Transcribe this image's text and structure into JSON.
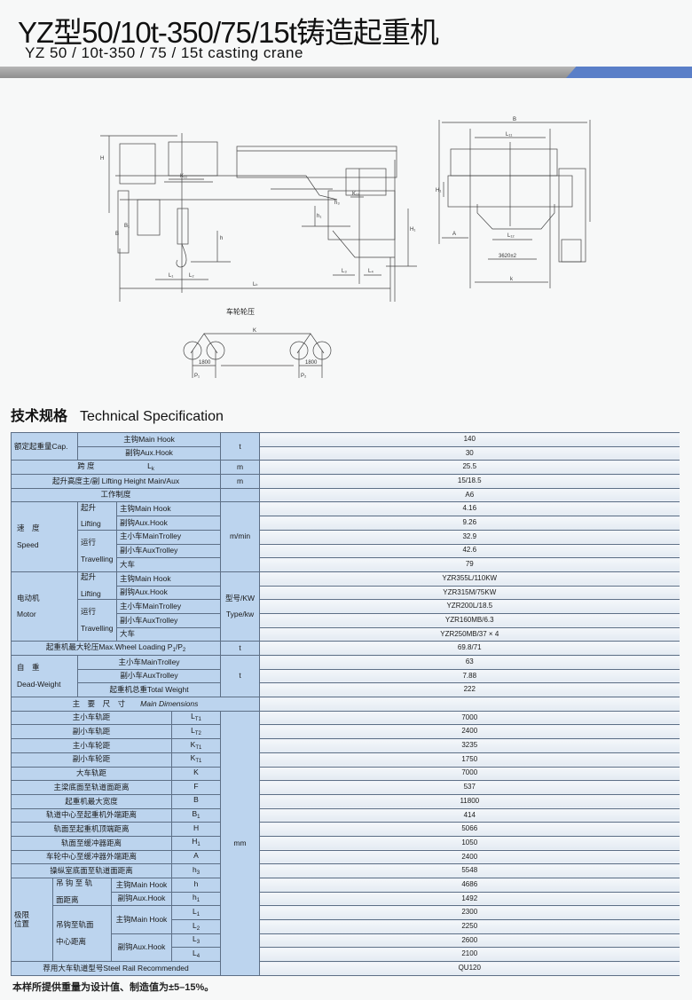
{
  "header": {
    "title": "YZ型50/10t-350/75/15t铸造起重机",
    "subtitle": "YZ 50 / 10t-350 / 75 / 15t casting crane",
    "bar_gray": "#9a9a9a",
    "bar_blue": "#5a7fc8"
  },
  "drawing": {
    "front_labels": {
      "H": "H",
      "B": "B",
      "B1": "B₁",
      "K11": "K₁₁",
      "K12": "K₁₂",
      "h": "h",
      "h1": "h₁",
      "h3": "h₃",
      "L1": "L₁",
      "L2": "L₂",
      "L3": "L₃",
      "L4": "L₄",
      "Lk": "Lₖ",
      "H1": "H₁"
    },
    "side_labels": {
      "B": "B",
      "LT1": "L₁₁",
      "H1": "H₁",
      "A": "A",
      "LT2": "L₁₂",
      "gauge": "3620±2",
      "k": "k"
    },
    "wheel_title": "车轮轮压",
    "wheel_labels": {
      "K": "K",
      "spacing": "1800",
      "P1": "P₁",
      "P2": "P₂"
    }
  },
  "section": {
    "title_cn": "技术规格",
    "title_en": "Technical Specification"
  },
  "table": {
    "cap": {
      "label": "额定起重量Cap.",
      "main": "主钩Main Hook",
      "aux": "副钩Aux.Hook",
      "unit": "t",
      "v_main": "140",
      "v_aux": "30"
    },
    "span": {
      "label": "跨 度",
      "sym": "L",
      "sub": "k",
      "unit": "m",
      "value": "25.5"
    },
    "lift_height": {
      "label": "起升高度主/副 Lifting Height Main/Aux",
      "unit": "m",
      "value": "15/18.5"
    },
    "duty": {
      "label": "工作制度",
      "value": "A6"
    },
    "speed": {
      "label_cn": "速　度",
      "label_en": "Speed",
      "lifting_cn": "起升",
      "lifting_en": "Lifting",
      "travel_cn": "运行",
      "travel_en": "Travelling",
      "unit": "m/min",
      "items": [
        {
          "label": "主钩Main Hook",
          "value": "4.16"
        },
        {
          "label": "副钩Aux.Hook",
          "value": "9.26"
        },
        {
          "label": "主小车MainTrolley",
          "value": "32.9"
        },
        {
          "label": "副小车AuxTrolley",
          "value": "42.6"
        },
        {
          "label": "大车",
          "value": "79"
        }
      ]
    },
    "motor": {
      "label_cn": "电动机",
      "label_en": "Motor",
      "lifting_cn": "起升",
      "lifting_en": "Lifting",
      "travel_cn": "运行",
      "travel_en": "Travelling",
      "unit_cn": "型号/KW",
      "unit_en": "Type/kw",
      "items": [
        {
          "label": "主钩Main Hook",
          "value": "YZR355L/110KW"
        },
        {
          "label": "副钩Aux.Hook",
          "value": "YZR315M/75KW"
        },
        {
          "label": "主小车MainTrolley",
          "value": "YZR200L/18.5"
        },
        {
          "label": "副小车AuxTrolley",
          "value": "YZR160MB/6.3"
        },
        {
          "label": "大车",
          "value": "YZR250MB/37 × 4"
        }
      ]
    },
    "wheel_load": {
      "label": "起重机最大轮压Max.Wheel Loading P",
      "sub1": "1",
      "mid": "/P",
      "sub2": "2",
      "unit": "t",
      "value": "69.8/71"
    },
    "dead_weight": {
      "label_cn": "自　重",
      "label_en": "Dead-Weight",
      "unit": "t",
      "items": [
        {
          "label": "主小车MainTrolley",
          "value": "63"
        },
        {
          "label": "副小车AuxTrolley",
          "value": "7.88"
        },
        {
          "label": "起重机总重Total Weight",
          "value": "222"
        }
      ]
    },
    "dims": {
      "header_cn": "主　要　尺　寸",
      "header_en": "Main Dimensions",
      "unit": "mm",
      "items": [
        {
          "label": "主小车轨距",
          "sym": "L",
          "sub": "T1",
          "value": "7000"
        },
        {
          "label": "副小车轨距",
          "sym": "L",
          "sub": "T2",
          "value": "2400"
        },
        {
          "label": "主小车轮距",
          "sym": "K",
          "sub": "T1",
          "value": "3235"
        },
        {
          "label": "副小车轮距",
          "sym": "K",
          "sub": "T1",
          "value": "1750"
        },
        {
          "label": "大车轨距",
          "sym": "K",
          "sub": "",
          "value": "7000"
        },
        {
          "label": "主梁底面至轨道面距离",
          "sym": "F",
          "sub": "",
          "value": "537"
        },
        {
          "label": "起重机最大宽度",
          "sym": "B",
          "sub": "",
          "value": "11800"
        },
        {
          "label": "轨道中心至起重机外端距离",
          "sym": "B",
          "sub": "1",
          "value": "414"
        },
        {
          "label": "轨面至起重机顶端距离",
          "sym": "H",
          "sub": "",
          "value": "5066"
        },
        {
          "label": "轨面至缓冲器距离",
          "sym": "H",
          "sub": "1",
          "value": "1050"
        },
        {
          "label": "车轮中心至缓冲器外端距离",
          "sym": "A",
          "sub": "",
          "value": "2400"
        },
        {
          "label": "操纵室底面至轨道面距离",
          "sym": "h",
          "sub": "3",
          "value": "5548"
        }
      ]
    },
    "limit": {
      "label_1": "极限",
      "label_2": "位置",
      "vert_1": "吊 钩 至 轨",
      "vert_2": "面距离",
      "horiz_1": "吊钩至轨面",
      "horiz_2": "中心距离",
      "main": "主钩Main Hook",
      "aux": "副钩Aux.Hook",
      "vert_items": [
        {
          "sym": "h",
          "sub": "",
          "value": "4686"
        },
        {
          "sym": "h",
          "sub": "1",
          "value": "1492"
        }
      ],
      "horiz_items": [
        {
          "sym": "L",
          "sub": "1",
          "value": "2300"
        },
        {
          "sym": "L",
          "sub": "2",
          "value": "2250"
        },
        {
          "sym": "L",
          "sub": "3",
          "value": "2600"
        },
        {
          "sym": "L",
          "sub": "4",
          "value": "2100"
        }
      ]
    },
    "rail": {
      "label": "荐用大车轨道型号Steel Rail Recommended",
      "value": "QU120"
    }
  },
  "footnote": "本样所提供重量为设计值、制造值为±5–15%。"
}
